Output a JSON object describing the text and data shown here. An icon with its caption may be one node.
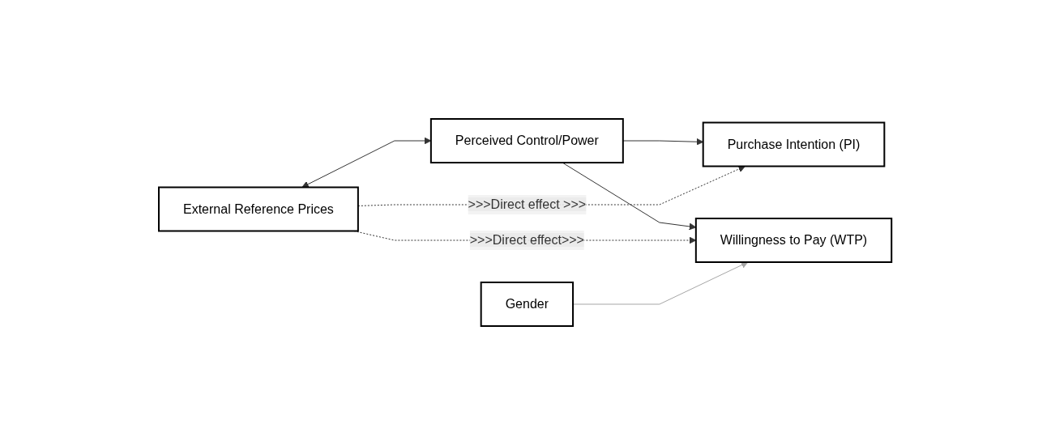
{
  "diagram": {
    "nodes": [
      {
        "text": [
          "Purchase Intention (PI)"
        ]
      },
      {
        "text": [
          "External Reference Prices"
        ]
      },
      {
        "text": [
          "Perceived Control/Power"
        ]
      },
      {
        "text": [
          "Gender"
        ]
      },
      {
        "text": [
          "Willingness to Pay (WTP)"
        ]
      }
    ],
    "edges": [
      {
        "from": 1,
        "to": 2,
        "arrow": "both"
      },
      {
        "from": 2,
        "to": 0,
        "arrow": "to"
      },
      {
        "from": 2,
        "to": 4,
        "arrow": "to"
      },
      {
        "from": 1,
        "to": 0,
        "arrow": "to",
        "style": "dashed",
        "label": ">>>Direct effect >>>"
      },
      {
        "from": 1,
        "to": 4,
        "arrow": "to",
        "style": "dashed",
        "label": ">>>Direct effect>>>"
      },
      {
        "from": 3,
        "to": 4,
        "arrow": "to",
        "color": "#a6a6a6"
      }
    ]
  }
}
